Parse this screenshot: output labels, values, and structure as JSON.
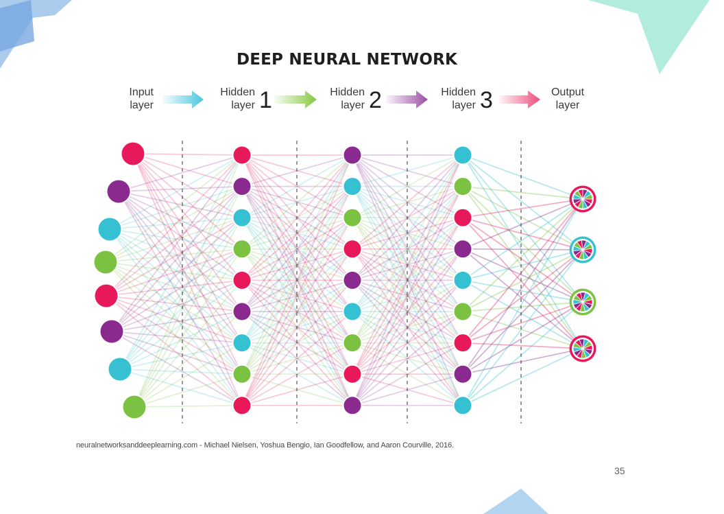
{
  "title": "DEEP NEURAL NETWORK",
  "layers": [
    {
      "line1": "Input",
      "line2": "layer",
      "number": ""
    },
    {
      "line1": "Hidden",
      "line2": "layer",
      "number": "1"
    },
    {
      "line1": "Hidden",
      "line2": "layer",
      "number": "2"
    },
    {
      "line1": "Hidden",
      "line2": "layer",
      "number": "3"
    },
    {
      "line1": "Output",
      "line2": "layer",
      "number": ""
    }
  ],
  "citation": "neuralnetworksanddeeplearning.com - Michael Nielsen, Yoshua Bengio, Ian Goodfellow, and Aaron Courville, 2016.",
  "page_number": "35",
  "colors": {
    "pink": "#e8195a",
    "purple": "#8a2a8e",
    "cyan": "#35c1d1",
    "green": "#7cc242",
    "arrow_input": "#49c6dc",
    "arrow_hidden1": "#86c83f",
    "arrow_hidden2": "#9a4fa3",
    "arrow_hidden3": "#ee4d7a"
  },
  "network": {
    "input": [
      "pink",
      "purple",
      "cyan",
      "green",
      "pink",
      "purple",
      "cyan",
      "green"
    ],
    "hidden1": [
      "pink",
      "purple",
      "cyan",
      "green",
      "pink",
      "purple",
      "cyan",
      "green",
      "pink"
    ],
    "hidden2": [
      "purple",
      "cyan",
      "green",
      "pink",
      "purple",
      "cyan",
      "green",
      "pink",
      "purple"
    ],
    "hidden3": [
      "cyan",
      "green",
      "pink",
      "purple",
      "cyan",
      "green",
      "pink",
      "purple",
      "cyan"
    ],
    "output_count": 4
  }
}
